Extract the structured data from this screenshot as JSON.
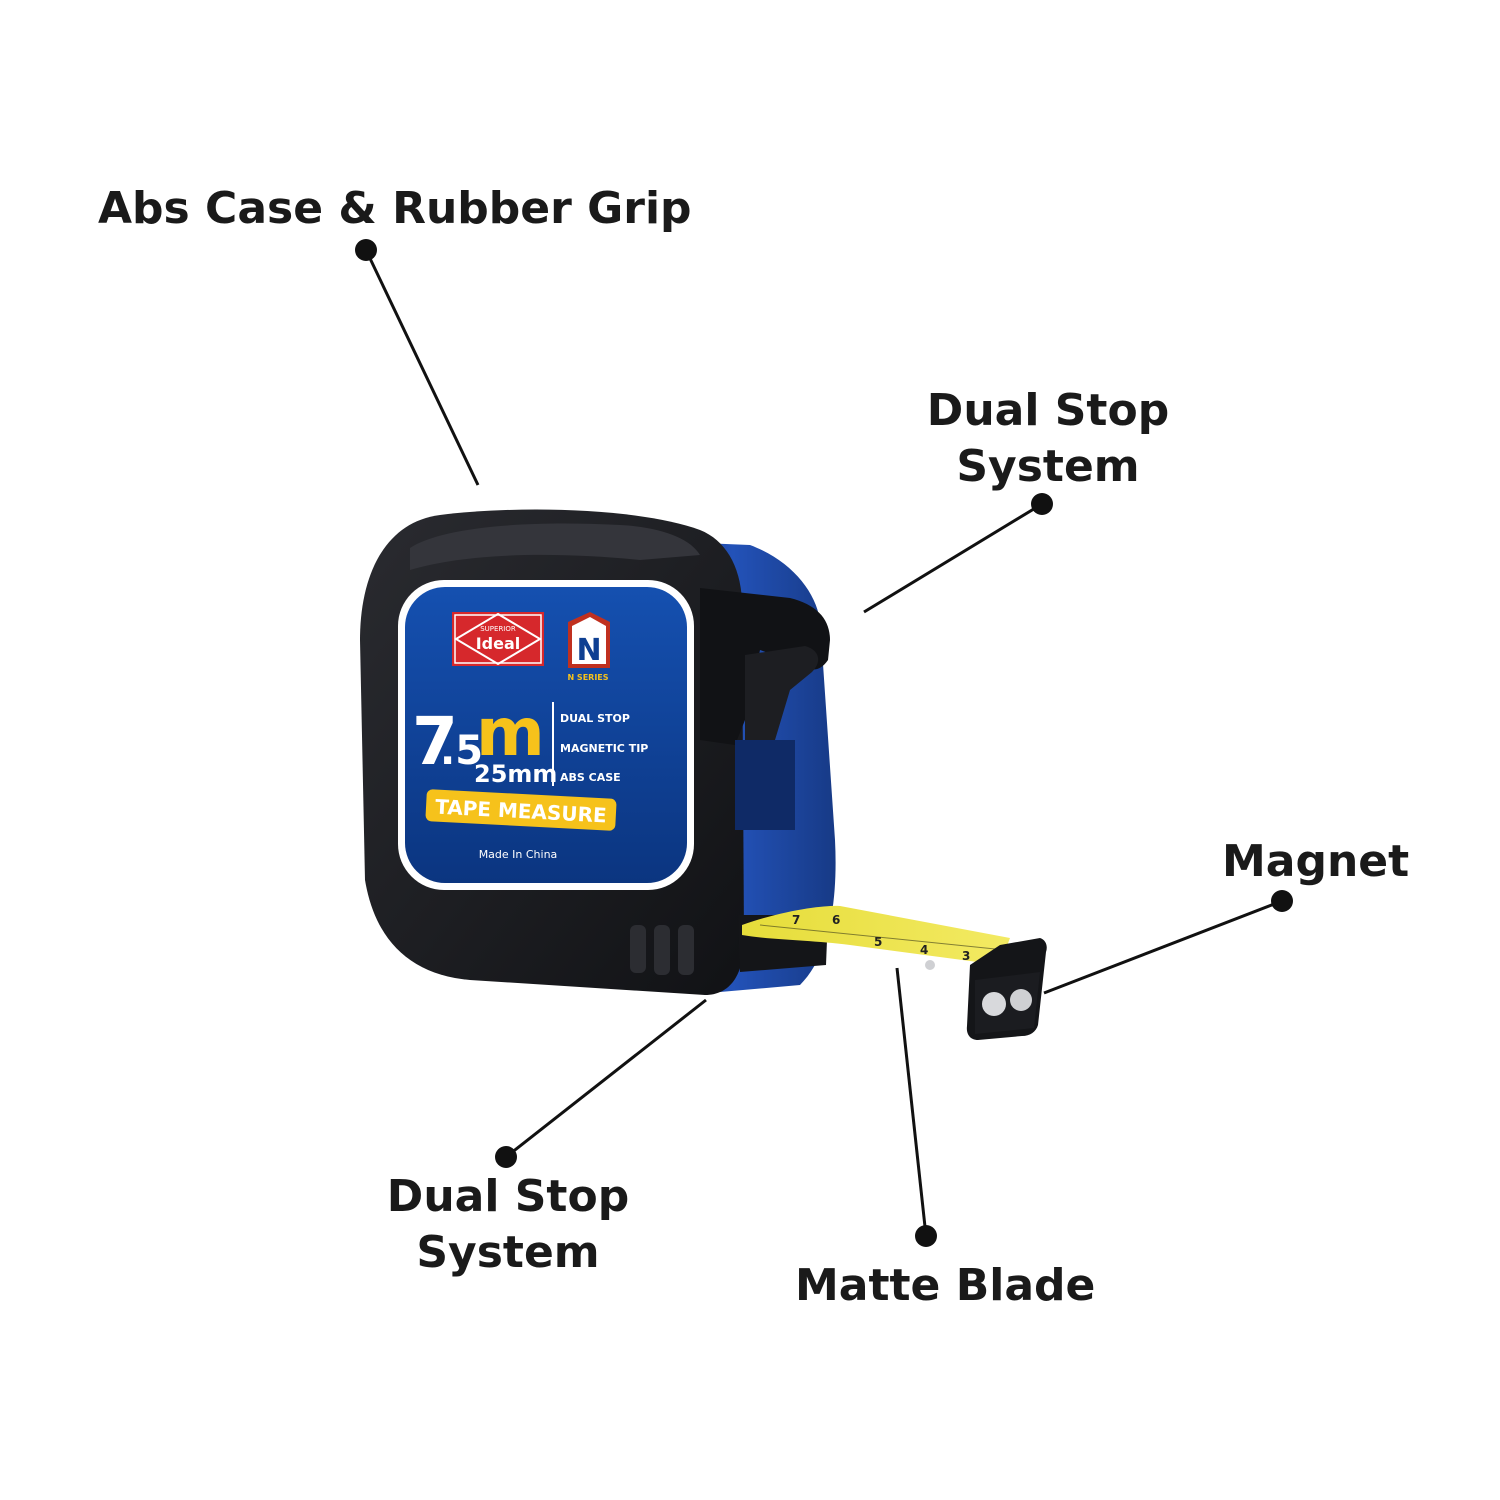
{
  "callouts": {
    "abs_case": "Abs Case & Rubber Grip",
    "dual_stop_top": [
      "Dual Stop",
      "System"
    ],
    "magnet": "Magnet",
    "dual_stop_bottom": [
      "Dual Stop",
      "System"
    ],
    "matte_blade": "Matte Blade"
  },
  "product_label": {
    "brand": "Ideal",
    "brand_tagline": "SUPERIOR",
    "series_letter": "N",
    "series_name": "N SERIES",
    "length_number": "7",
    "length_decimal": ".5",
    "length_unit": "m",
    "width": "25mm",
    "features": [
      "DUAL STOP",
      "MAGNETIC TIP",
      "ABS CASE"
    ],
    "product_type": "TAPE MEASURE",
    "origin": "Made In China"
  },
  "blade_markings": [
    "7",
    "6",
    "5",
    "4",
    "3"
  ],
  "colors": {
    "case_black": "#1c1d21",
    "case_blue": "#1f4aa8",
    "label_blue": "#0e3f92",
    "accent_yellow": "#f6c21b",
    "brand_red": "#d6282c",
    "blade_yellow": "#ece24a",
    "callout_text": "#1a1a1a"
  }
}
